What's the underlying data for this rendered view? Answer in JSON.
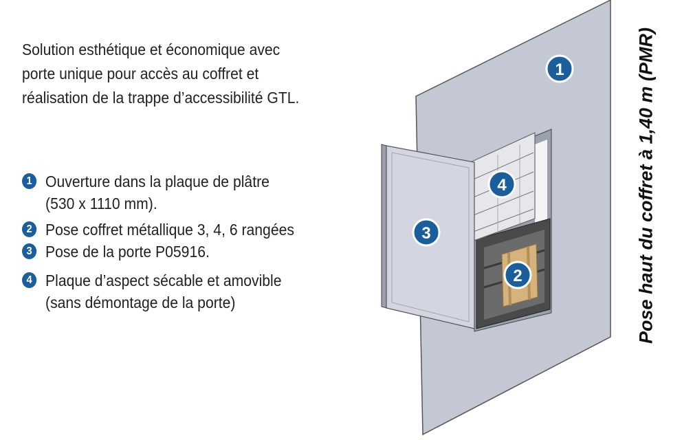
{
  "intro": {
    "line1": "Solution esthétique et économique avec",
    "line2": "porte unique pour accès au coffret et",
    "line3": "réalisation de la trappe d’accessibilité GTL."
  },
  "legend": [
    {
      "num": "1",
      "line1": "Ouverture dans la plaque de plâtre",
      "line2": "(530 x 1110 mm)."
    },
    {
      "num": "2",
      "line1": "Pose coffret métallique 3, 4, 6 rangées"
    },
    {
      "num": "3",
      "line1": "Pose de la porte P05916."
    },
    {
      "num": "4",
      "line1": "Plaque d’aspect sécable et amovible",
      "line2": "(sans démontage de la porte)"
    }
  ],
  "callouts": [
    "1",
    "2",
    "3",
    "4"
  ],
  "vertical_title": "Pose haut du coffret à 1,40 m (PMR)",
  "colors": {
    "badge": "#1a5f9c",
    "wall": "#c4c8d4",
    "door": "#d3d5e0",
    "panel": "#e6e6ed",
    "wood": "#d6b37c",
    "box_dark": "#4a4a4a"
  }
}
